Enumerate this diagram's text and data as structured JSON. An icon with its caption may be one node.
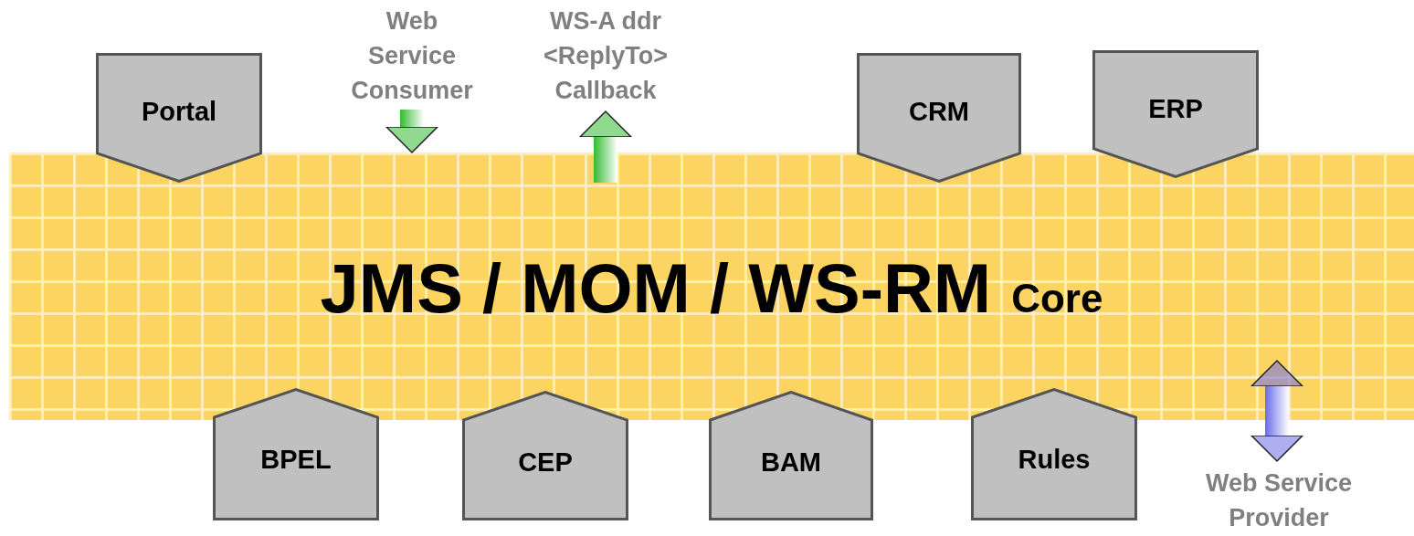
{
  "diagram": {
    "nodes": [
      {
        "text": [
          "JMS / MOM / WS-RM",
          "Core"
        ]
      },
      {
        "text": [
          "Portal"
        ]
      },
      {
        "text": [
          "CRM"
        ]
      },
      {
        "text": [
          "ERP"
        ]
      },
      {
        "text": [
          "BPEL"
        ]
      },
      {
        "text": [
          "CEP"
        ]
      },
      {
        "text": [
          "BAM"
        ]
      },
      {
        "text": [
          "Rules"
        ]
      },
      {
        "text": [
          "Web Service Consumer"
        ]
      },
      {
        "text": [
          "WS-A ddr <ReplyTo> Callback"
        ]
      },
      {
        "text": [
          "Web Service Provider"
        ]
      }
    ],
    "edges": [
      {
        "from": 8,
        "to": 0,
        "arrow": "to"
      },
      {
        "from": 0,
        "to": 9,
        "arrow": "to"
      },
      {
        "from": 0,
        "to": 10,
        "arrow": "both",
        "color": "#6b6be8"
      }
    ]
  }
}
